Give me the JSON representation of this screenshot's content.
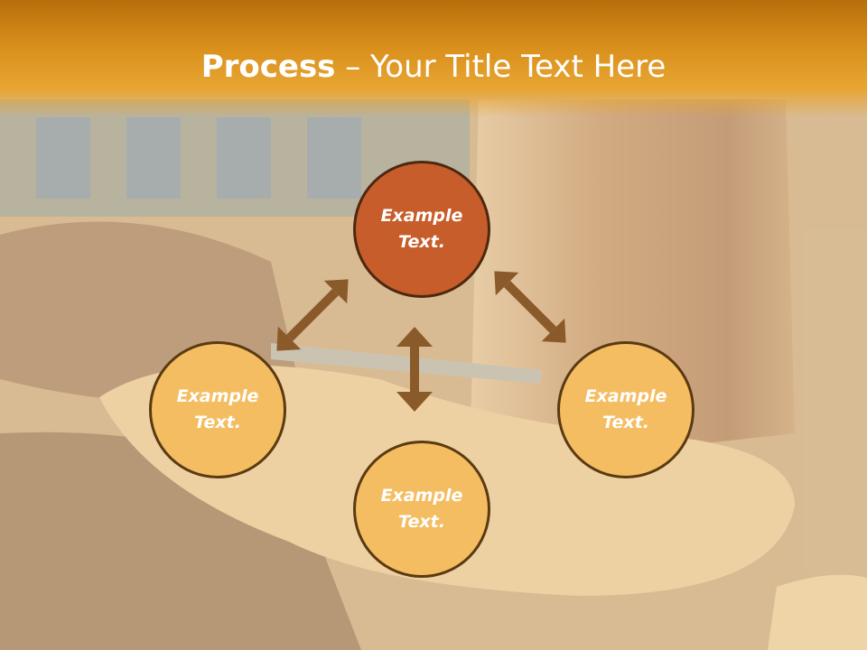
{
  "title": {
    "bold": "Process",
    "rest": " – Your Title Text Here"
  },
  "colors": {
    "title_bar": "#d98f1c",
    "circle_light": "#f5bd62",
    "circle_dark": "#c75d2a",
    "circle_border": "#5a3a12",
    "arrow": "#8a5a2a",
    "text": "#ffffff"
  },
  "nodes": [
    {
      "label": "Example\nText.",
      "style": "dark"
    },
    {
      "label": "Example\nText.",
      "style": "light"
    },
    {
      "label": "Example\nText.",
      "style": "light"
    },
    {
      "label": "Example\nText.",
      "style": "light"
    }
  ],
  "background_image": "kebab-cutting-photo"
}
